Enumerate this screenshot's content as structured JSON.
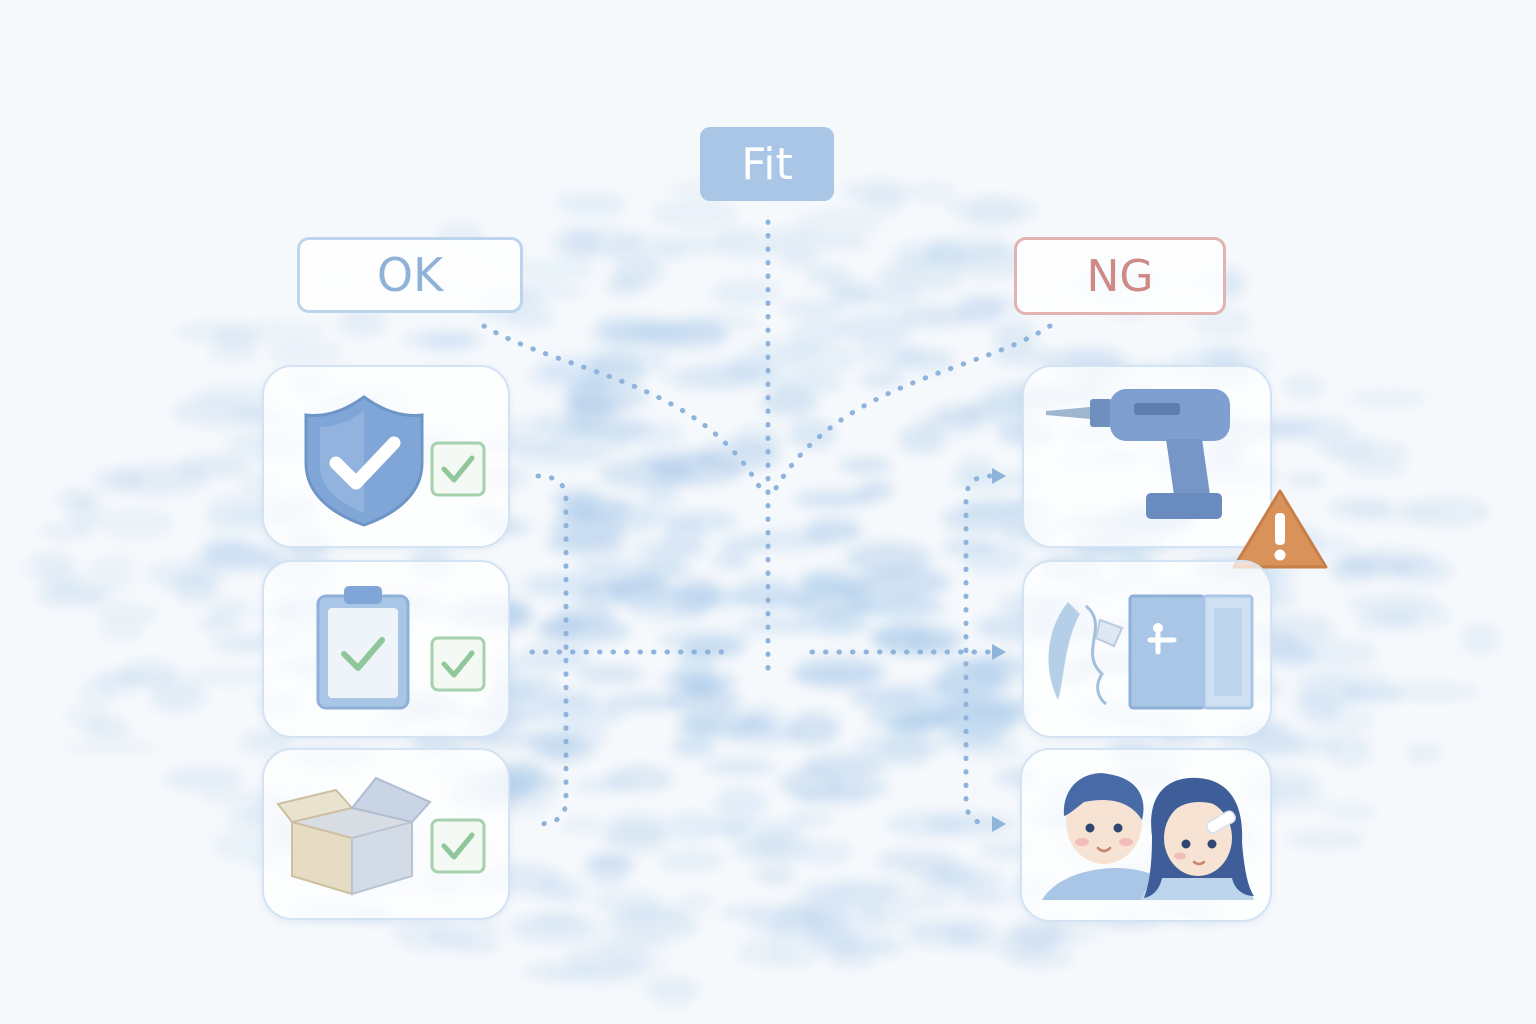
{
  "labels": {
    "fit": "Fit",
    "ok": "OK",
    "ng": "NG"
  },
  "ok_items": [
    {
      "icon": "shield-check-icon",
      "status": "check-icon"
    },
    {
      "icon": "clipboard-check-icon",
      "status": "check-icon"
    },
    {
      "icon": "open-box-icon",
      "status": "check-icon"
    }
  ],
  "ng_items": [
    {
      "icon": "power-drill-icon",
      "alert": "warning-icon"
    },
    {
      "icon": "broken-door-icon"
    },
    {
      "icon": "couple-with-bandage-icon"
    }
  ],
  "colors": {
    "background": "#f6f9fc",
    "watercolor": "#a9c9e8",
    "accent_blue": "#7aa3d3",
    "ok_border": "#bcd4ec",
    "ng_border": "#e2b3b0",
    "check_green": "#8fc79a",
    "warning": "#d9935a"
  }
}
